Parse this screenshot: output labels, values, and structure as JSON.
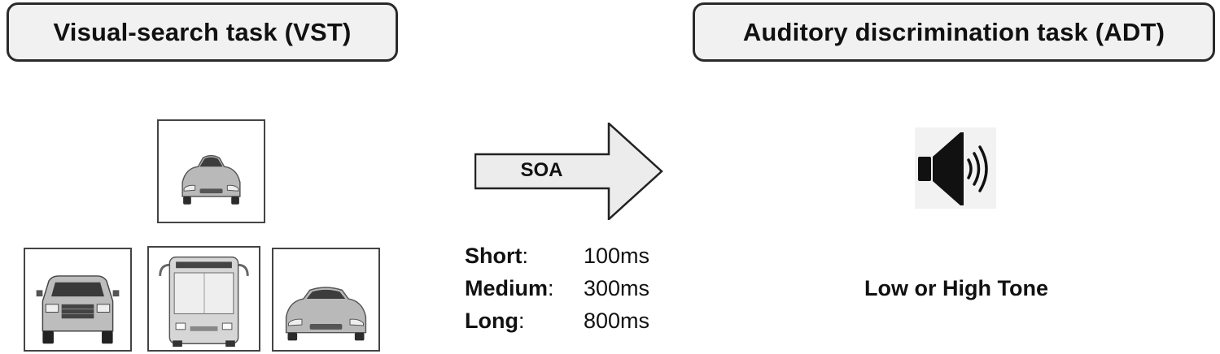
{
  "vst_title": "Visual-search task (VST)",
  "adt_title": "Auditory discrimination task (ADT)",
  "soa": {
    "label": "SOA",
    "conditions": [
      {
        "name": "Short",
        "value": "100ms"
      },
      {
        "name": "Medium",
        "value": "300ms"
      },
      {
        "name": "Long",
        "value": "800ms"
      }
    ]
  },
  "response_label": "Low or High Tone",
  "stimuli": [
    "sports-car-icon",
    "suv-icon",
    "bus-icon",
    "sports-car-icon"
  ],
  "colors": {
    "box_fill": "#f1f1f1",
    "arrow_fill": "#ececec",
    "stroke": "#2a2a2a"
  }
}
